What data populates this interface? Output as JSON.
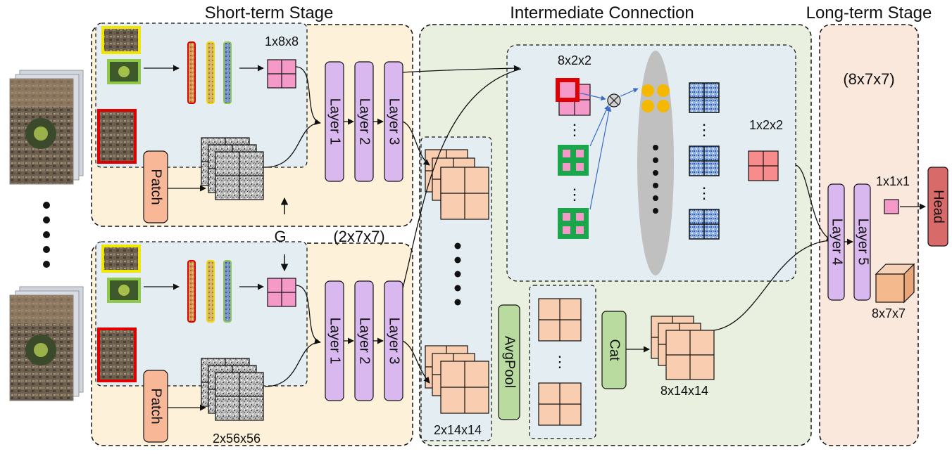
{
  "titles": {
    "short_term": "Short-term Stage",
    "intermediate": "Intermediate Connection",
    "long_term": "Long-term Stage"
  },
  "labels": {
    "dim_1x8x8": "1x8x8",
    "dim_2x7x7": "(2x7x7)",
    "dim_2x56x56": "2x56x56",
    "dim_2x14x14": "2x14x14",
    "dim_8x2x2": "8x2x2",
    "dim_1x2x2": "1x2x2",
    "dim_8x14x14": "8x14x14",
    "dim_8x7x7_paren": "(8x7x7)",
    "dim_1x1x1": "1x1x1",
    "dim_8x7x7": "8x7x7",
    "g": "G",
    "patch": "Patch",
    "layer1": "Layer 1",
    "layer2": "Layer 2",
    "layer3": "Layer 3",
    "layer4": "Layer 4",
    "layer5": "Layer 5",
    "avgpool": "AvgPool",
    "cat": "Cat",
    "head": "Head",
    "dots_vertical": "⋮",
    "multiply": "⊗"
  },
  "colors": {
    "short_bg": "#fdf2d9",
    "inter_bg": "#e9f0df",
    "long_bg": "#fbe8dc",
    "inner_bg": "#e3edf2",
    "layer": "#d9b8f0",
    "patch": "#f8b898",
    "peach": "#f8cdb0",
    "pink": "#f59ac8",
    "green_border": "#1aa64a",
    "avgpool": "#b9dba0",
    "head": "#d96a6a",
    "blue_grid": "#5a86c8",
    "gold": "#f5b800",
    "ellipse": "#c0c0c0"
  }
}
